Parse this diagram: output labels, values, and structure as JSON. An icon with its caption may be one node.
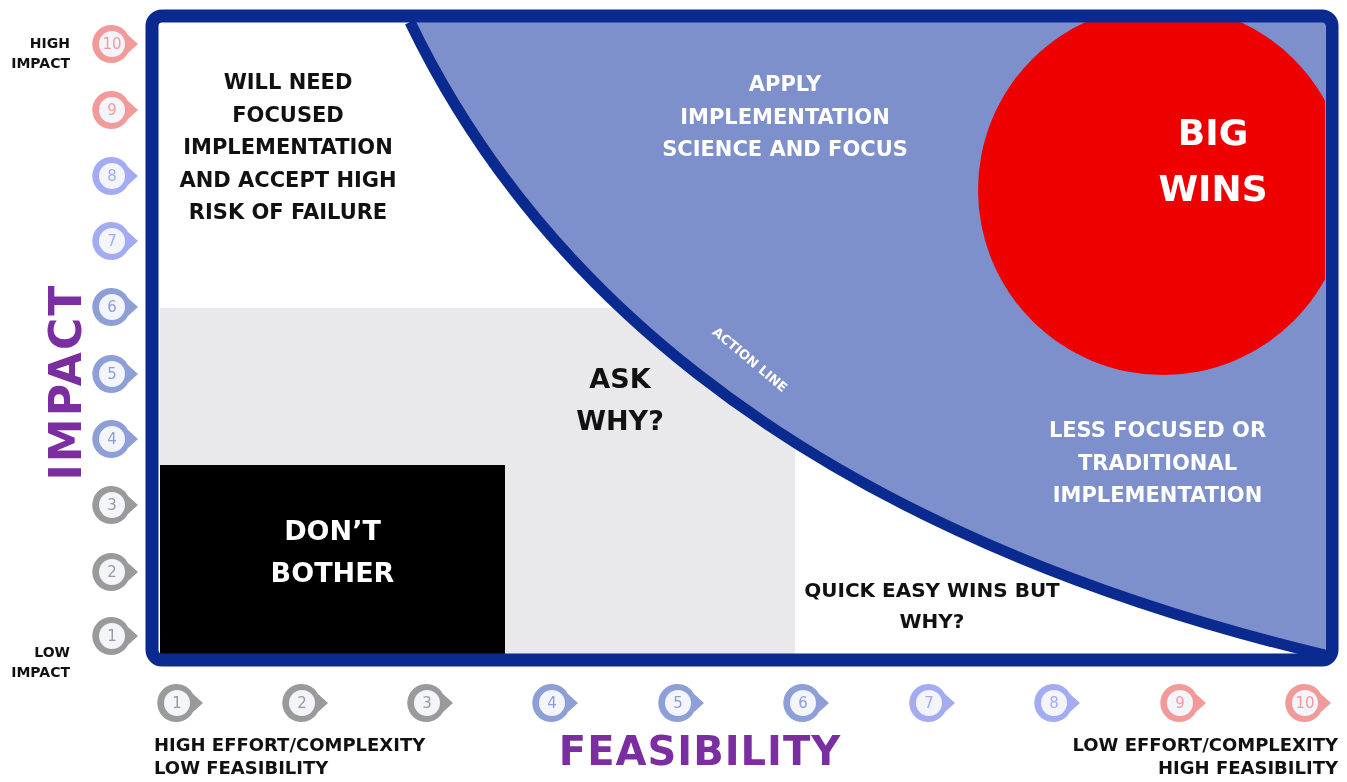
{
  "diagram": {
    "nodes": [
      {
        "text": [
          "WILL NEED FOCUSED IMPLEMENTATION AND ACCEPT HIGH RISK OF FAILURE"
        ]
      },
      {
        "text": [
          "APPLY IMPLEMENTATION SCIENCE AND FOCUS",
          "LESS FOCUSED OR TRADITIONAL IMPLEMENTATION"
        ]
      },
      {
        "text": [
          "BIG WINS"
        ],
        "in": 1
      },
      {
        "text": [
          "ASK WHY?"
        ]
      },
      {
        "text": [
          "DON’T BOTHER"
        ],
        "in": 3
      },
      {
        "text": [
          "QUICK EASY WINS BUT WHY?"
        ]
      }
    ],
    "edges": [],
    "labels": [
      "HIGH IMPACT",
      "10",
      "9",
      "8",
      "7",
      "6",
      "5",
      "4",
      "3",
      "2",
      "1",
      "LOW IMPACT",
      "IMPACT",
      "ACTION LINE",
      "1",
      "2",
      "3",
      "4",
      "5",
      "6",
      "7",
      "8",
      "9",
      "10",
      "HIGH EFFORT/COMPLEXITY LOW FEASIBILITY",
      "FEASIBILITY",
      "LOW EFFORT/COMPLEXITY HIGH FEASIBILITY"
    ]
  }
}
